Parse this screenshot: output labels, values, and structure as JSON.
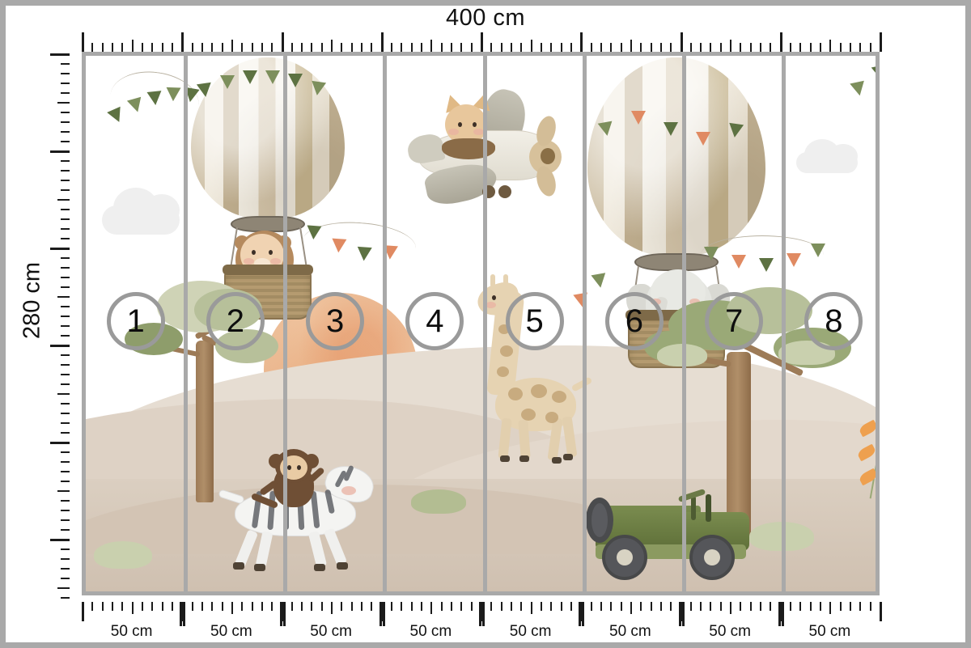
{
  "product": {
    "type": "wall-mural-panel-diagram",
    "theme": "watercolor safari animals with hot air balloons"
  },
  "measurements": {
    "width_label": "400 cm",
    "height_label": "280 cm",
    "segment_label": "50 cm",
    "segment_labels": [
      "50 cm",
      "50 cm",
      "50 cm",
      "50 cm",
      "50 cm",
      "50 cm",
      "50 cm",
      "50 cm"
    ],
    "segment_count": 8,
    "unit": "cm",
    "total_width_cm": 400,
    "total_height_cm": 280,
    "segment_width_cm": 50
  },
  "panels": [
    {
      "number": "1"
    },
    {
      "number": "2"
    },
    {
      "number": "3"
    },
    {
      "number": "4"
    },
    {
      "number": "5"
    },
    {
      "number": "6"
    },
    {
      "number": "7"
    },
    {
      "number": "8"
    }
  ],
  "scene": {
    "elements": [
      "hot-air-balloon-with-lion",
      "airplane-with-cat",
      "hot-air-balloon-with-elephant",
      "giraffe",
      "zebra-with-monkey",
      "safari-jeep",
      "acacia-trees",
      "sun",
      "clouds",
      "bunting-flags",
      "sand-dunes",
      "bushes"
    ]
  },
  "colors": {
    "frame": "#a9a9a9",
    "panel_divider": "#a9a9a9",
    "circle_stroke": "#9a9a9a",
    "ruler_tick": "#1b1b1b",
    "label_text": "#111111",
    "background": "#ffffff",
    "sand": "#ded2c5",
    "ground": "#cfc0b0",
    "sun": "#eec09a",
    "foliage_green": "#9aa977",
    "foliage_light": "#b7c09a",
    "tree_trunk": "#9d7b57",
    "balloon_cream": "#efe9dc",
    "balloon_tan": "#c9b994",
    "basket": "#a38c63",
    "jeep_green": "#6b7c42",
    "flag_olive": "#5d7242",
    "flag_coral": "#e08a62",
    "cloud": "#efefef",
    "leaf_orange": "#eea04f"
  }
}
